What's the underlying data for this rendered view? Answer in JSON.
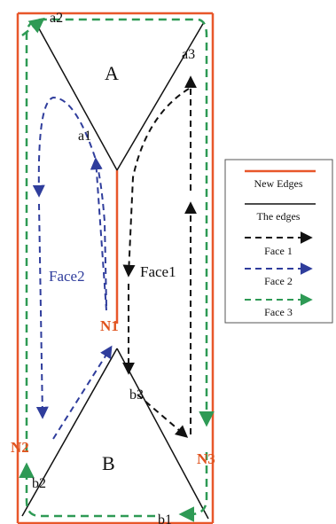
{
  "colors": {
    "new_edge": "#e8572a",
    "edge": "#111111",
    "face1": "#111111",
    "face2": "#2f3d9c",
    "face3": "#2e9a55",
    "node_label": "#e0541f",
    "face2_label": "#2f3d9c"
  },
  "labels": {
    "region_a": "A",
    "region_b": "B",
    "a1": "a1",
    "a2": "a2",
    "a3": "a3",
    "b1": "b1",
    "b2": "b2",
    "b3": "b3",
    "n1": "N1",
    "n2": "N2",
    "n3": "N3",
    "face1": "Face1",
    "face2": "Face2"
  },
  "legend": {
    "new_edges": "New Edges",
    "the_edges": "The edges",
    "face1": "Face 1",
    "face2": "Face 2",
    "face3": "Face 3"
  }
}
